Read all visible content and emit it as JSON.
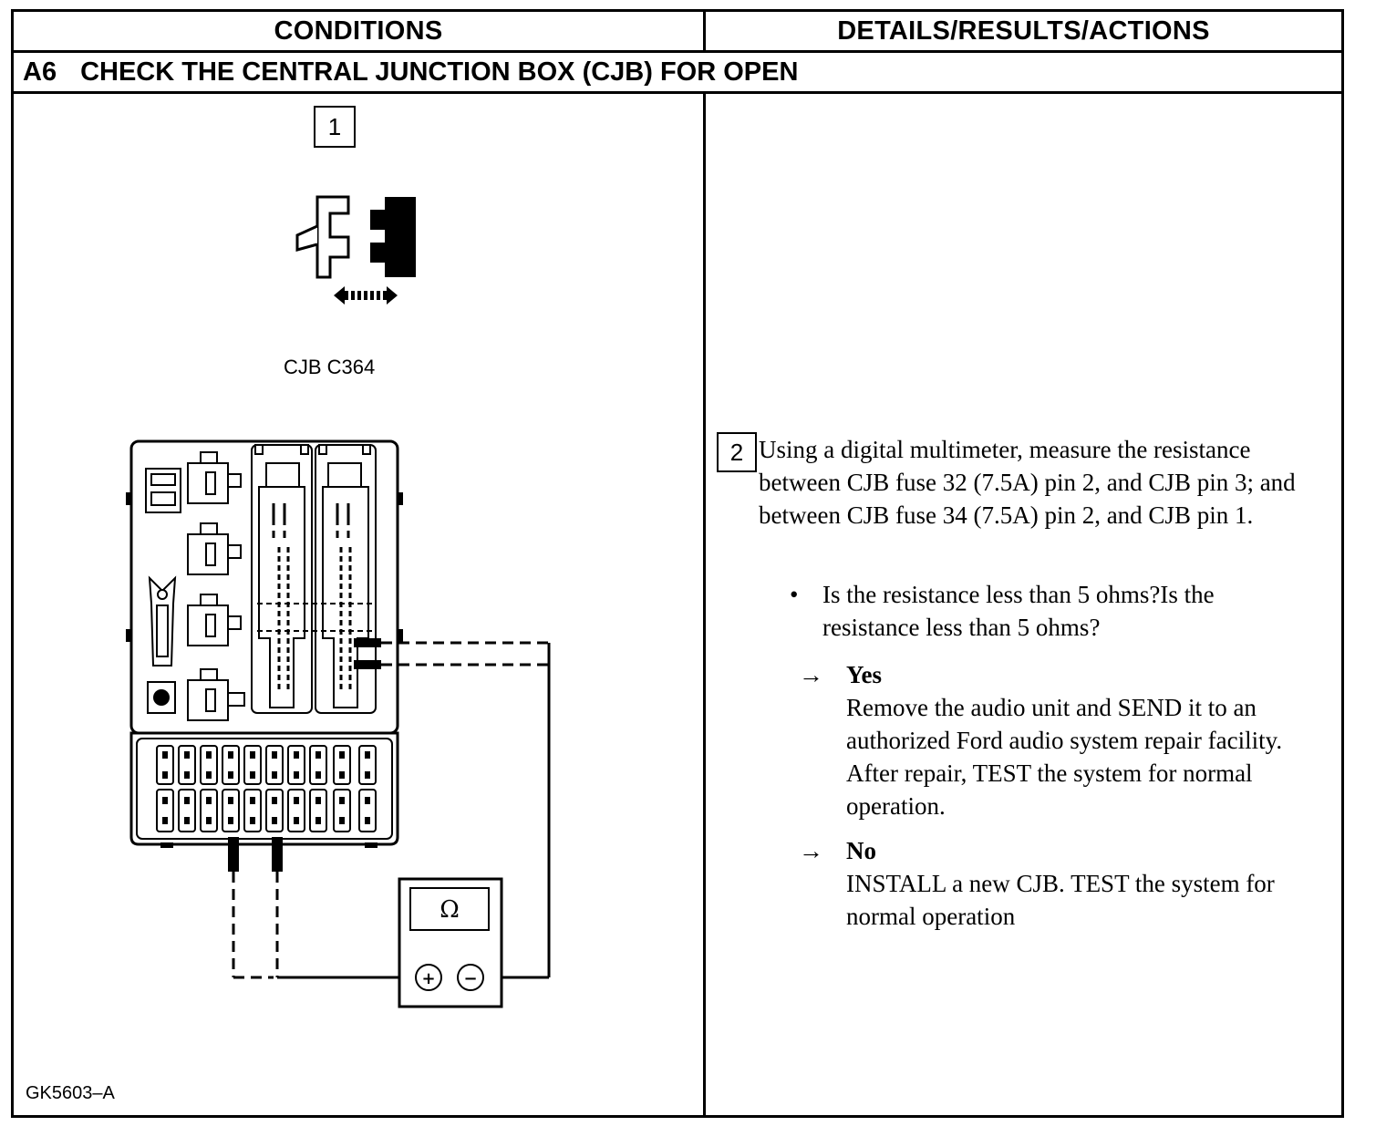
{
  "header": {
    "conditions": "CONDITIONS",
    "details": "DETAILS/RESULTS/ACTIONS"
  },
  "step": {
    "id": "A6",
    "title": "CHECK THE CENTRAL JUNCTION BOX (CJB) FOR OPEN"
  },
  "diagram": {
    "step1_number": "1",
    "connector_label": "CJB C364",
    "meter_symbol": "Ω",
    "plus_symbol": "+",
    "minus_symbol": "−",
    "figure_id": "GK5603–A"
  },
  "details": {
    "step2_number": "2",
    "instruction": "Using a digital multimeter, measure the resistance between CJB fuse 32 (7.5A) pin 2, and CJB pin 3; and between CJB fuse 34 (7.5A) pin 2, and CJB pin 1.",
    "question": "Is the resistance less than 5 ohms?Is the resistance less than 5 ohms?",
    "arrow_glyph": "→",
    "yes_label": "Yes",
    "yes_action": "Remove the audio unit and SEND it to an authorized Ford audio system repair facility. After repair, TEST the system for normal operation.",
    "no_label": "No",
    "no_action": "INSTALL a new CJB. TEST the system for normal operation"
  }
}
